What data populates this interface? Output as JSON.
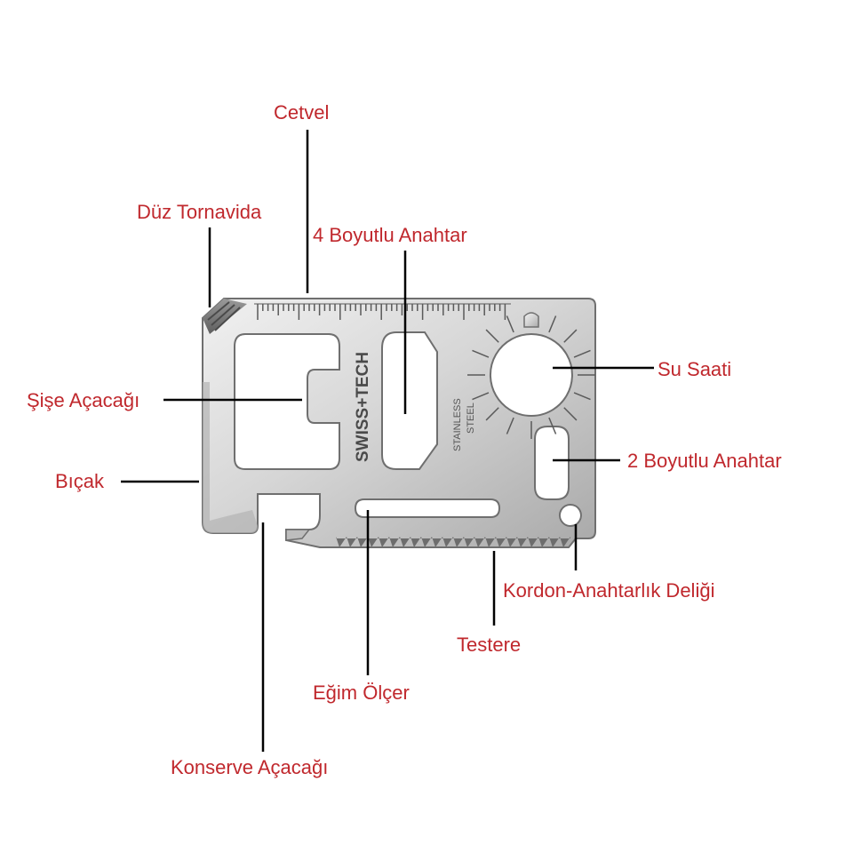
{
  "labels": {
    "cetvel": "Cetvel",
    "duz_tornavida": "Düz Tornavida",
    "dort_boyutlu_anahtar": "4 Boyutlu Anahtar",
    "su_saati": "Su Saati",
    "sise_acacagi": "Şişe Açacağı",
    "bicak": "Bıçak",
    "iki_boyutlu_anahtar": "2 Boyutlu Anahtar",
    "kordon_deligi": "Kordon-Anahtarlık Deliği",
    "testere": "Testere",
    "egim_olcer": "Eğim Ölçer",
    "konserve_acacagi": "Konserve Açacağı"
  },
  "card": {
    "brand": "SWISS+TECH",
    "stamp_line1": "STAINLESS",
    "stamp_line2": "STEEL"
  },
  "colors": {
    "label_text": "#c0282d",
    "leader_line": "#000000",
    "steel_light": "#e6e6e6",
    "steel_dark": "#8a8a8a"
  }
}
